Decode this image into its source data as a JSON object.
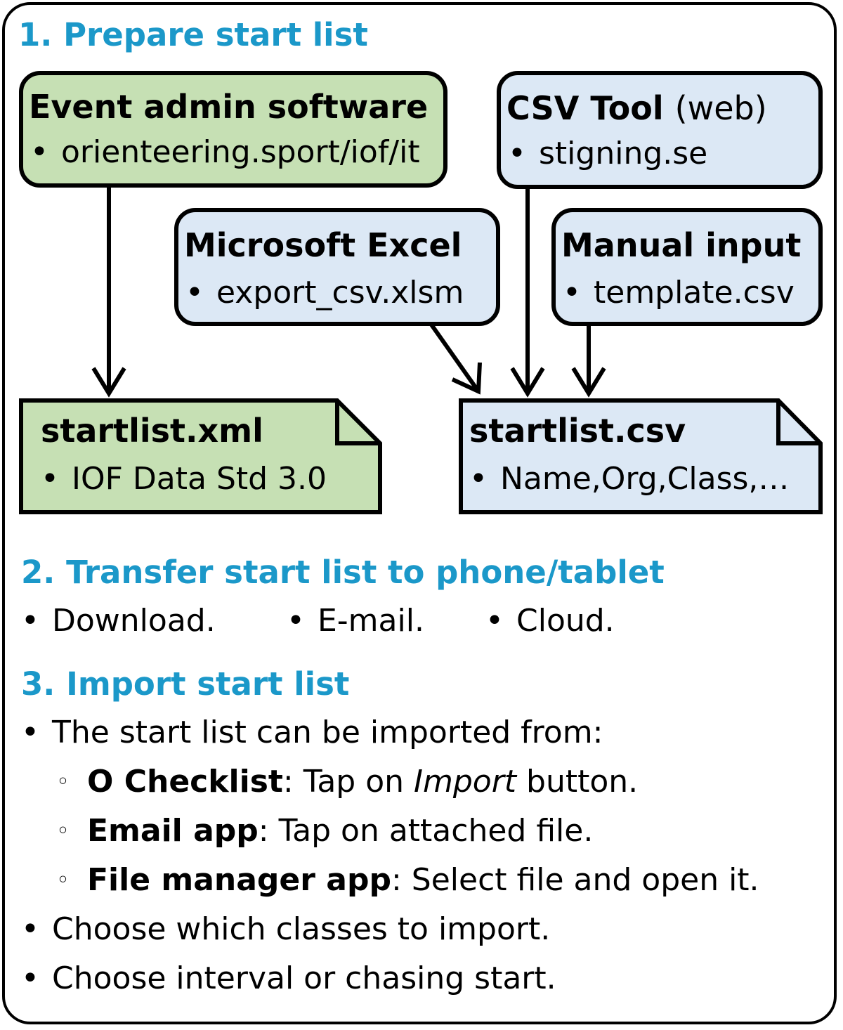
{
  "section1": {
    "heading": "1. Prepare start list"
  },
  "sources": {
    "event_admin": {
      "title": "Event admin software",
      "item": "orienteering.sport/iof/it"
    },
    "csv_tool": {
      "title": "CSV Tool",
      "title_suffix": "(web)",
      "item": "stigning.se"
    },
    "excel": {
      "title": "Microsoft Excel",
      "item": "export_csv.xlsm"
    },
    "manual": {
      "title": "Manual input",
      "item": "template.csv"
    }
  },
  "files": {
    "xml": {
      "title": "startlist.xml",
      "item": "IOF Data Std 3.0"
    },
    "csv": {
      "title": "startlist.csv",
      "item": "Name,Org,Class,…"
    }
  },
  "section2": {
    "heading": "2. Transfer start list to phone/tablet",
    "items": [
      "Download.",
      "E-mail.",
      "Cloud."
    ]
  },
  "section3": {
    "heading": "3. Import start list",
    "intro": "The start list can be imported from:",
    "sources": [
      {
        "name": "O Checklist",
        "text_before": ": Tap on ",
        "emphasis": "Import",
        "text_after": " button."
      },
      {
        "name": "Email app",
        "text": ": Tap on attached file."
      },
      {
        "name": "File manager app",
        "text": ": Select file and open it."
      }
    ],
    "steps": [
      "Choose which classes to import.",
      "Choose interval or chasing start."
    ]
  },
  "colors": {
    "heading": "#1b98c9",
    "green_fill": "#c6e0b4",
    "blue_fill": "#dce8f5",
    "stroke": "#000000"
  },
  "bullet_glyph": "•",
  "sub_bullet_glyph": "◦"
}
